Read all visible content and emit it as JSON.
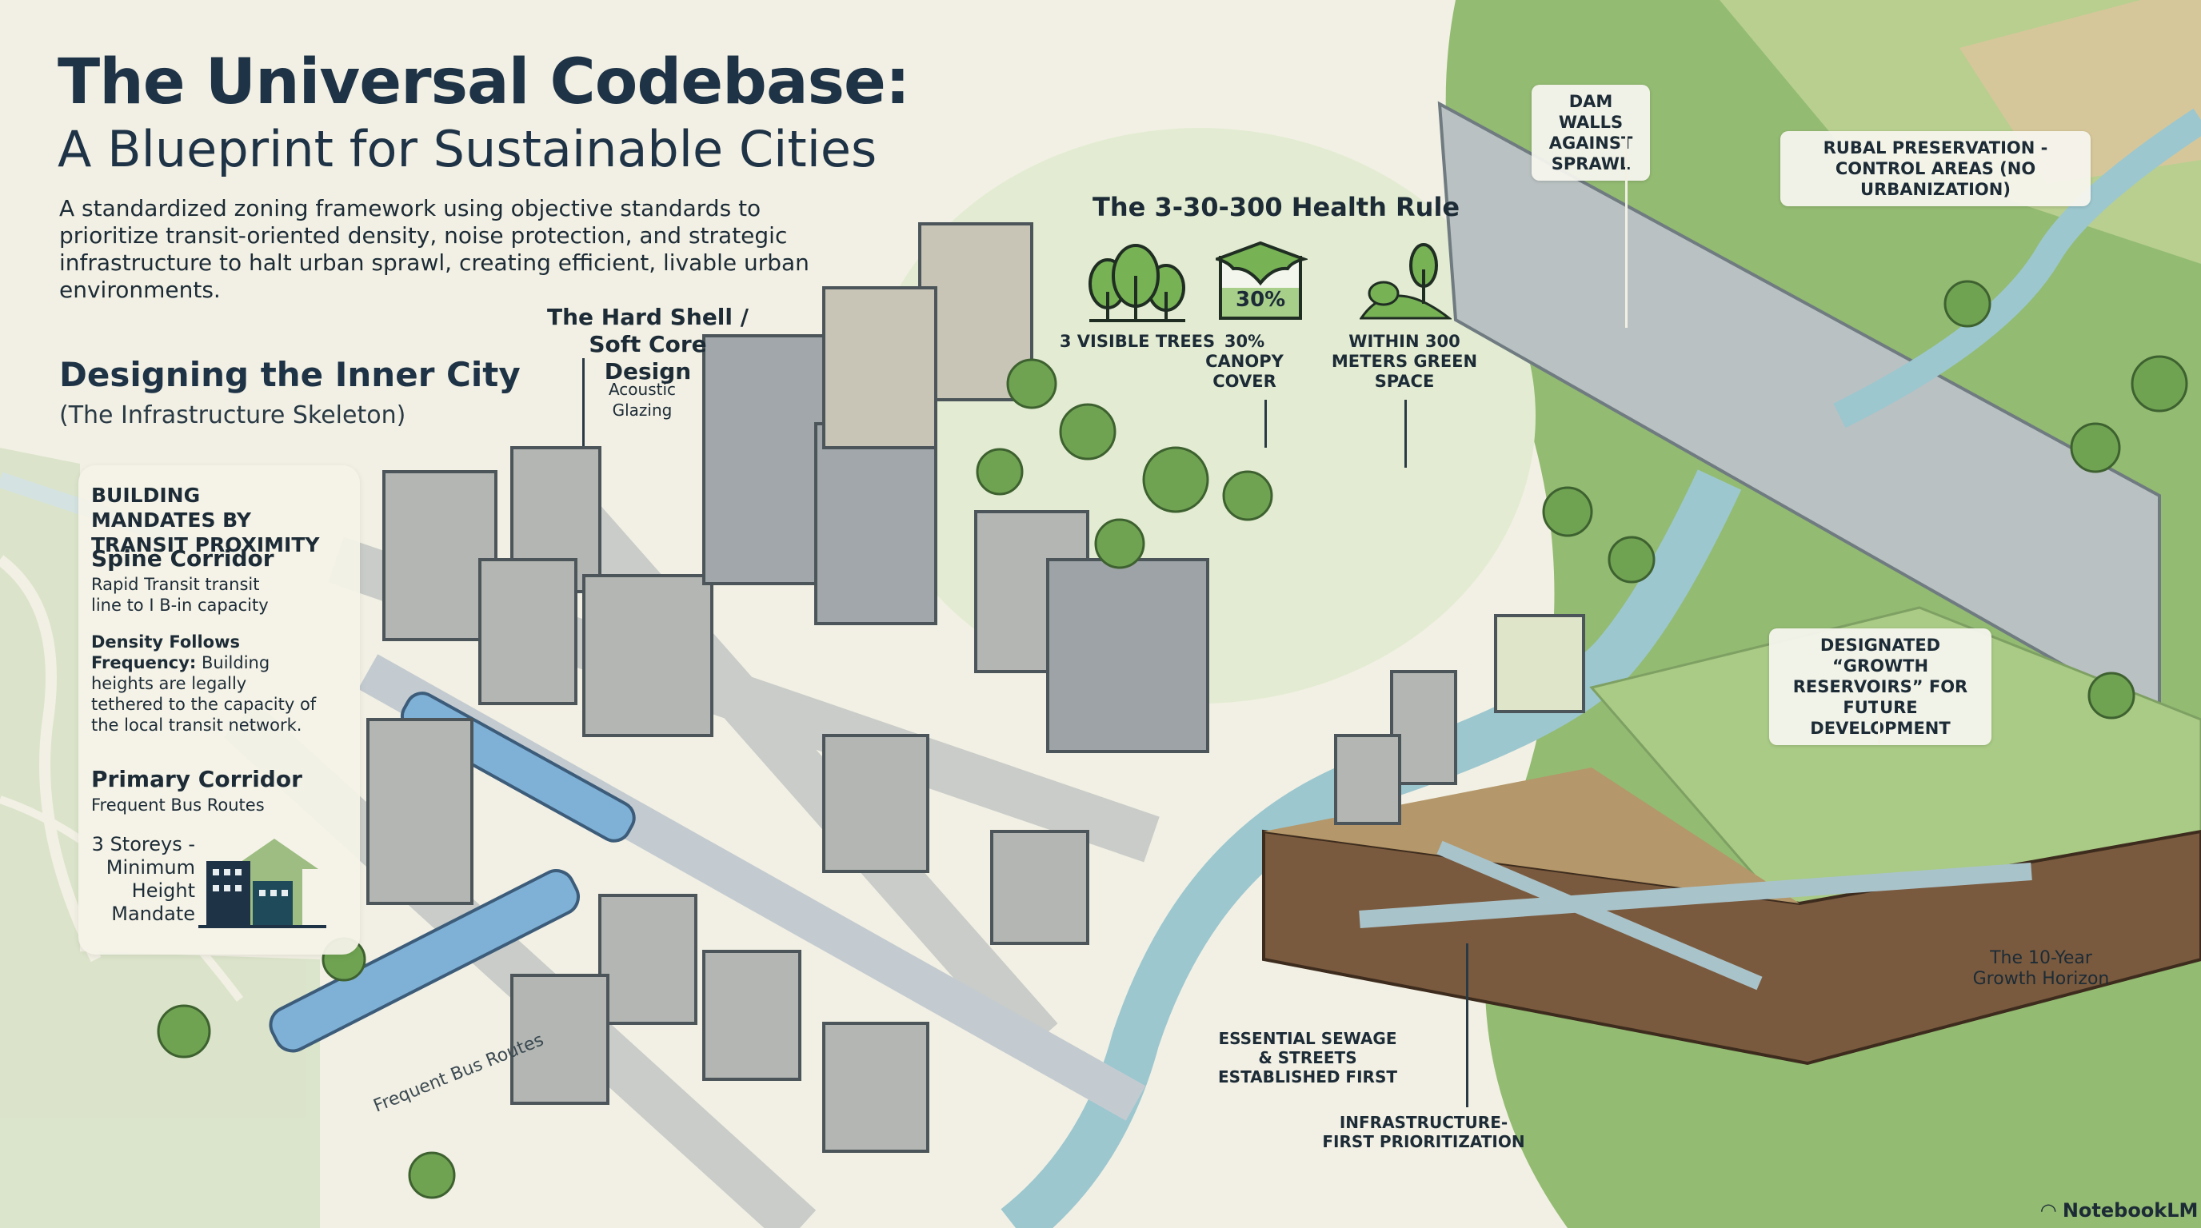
{
  "header": {
    "title_line1": "The Universal Codebase:",
    "title_line2": "A Blueprint for Sustainable Cities",
    "description": "A standardized zoning framework using objective standards to prioritize transit-oriented density, noise protection, and strategic infrastructure to halt urban sprawl, creating efficient, livable urban environments."
  },
  "inner_city": {
    "heading": "Designing the Inner City",
    "subheading": "(The Infrastructure Skeleton)"
  },
  "mandates": {
    "heading": "BUILDING MANDATES BY TRANSIT PROXIMITY",
    "spine_title": "Spine Corridor",
    "spine_text": "Rapid Transit transit line to I B-in capacity",
    "density_bold": "Density Follows Frequency:",
    "density_text": " Building heights are legally tethered to the capacity of the local transit network.",
    "primary_title": "Primary Corridor",
    "primary_text": "Frequent Bus Routes",
    "storeys_text": "3 Storeys - Minimum Height Mandate"
  },
  "callouts": {
    "hard_shell": "The Hard Shell / Soft Core Design",
    "acoustic": "Acoustic Glazing",
    "bus_road": "Frequent Bus Routes",
    "dam_walls": "DAM WALLS AGAINST SPRAWL",
    "rural": "RUBAL PRESERVATION - CONTROL AREAS (NO URBANIZATION)",
    "growth_reservoirs": "DESIGNATED “GROWTH RESERVOIRS” FOR FUTURE DEVELOPMENT",
    "horizon": "The 10-Year Growth Horizon",
    "sewage": "ESSENTIAL SEWAGE & STREETS ESTABLISHED FIRST",
    "infra_first": "INFRASTRUCTURE-FIRST PRIORITIZATION"
  },
  "health_rule": {
    "title": "The 3-30-300 Health Rule",
    "items": [
      {
        "icon": "trees-icon",
        "label": "3 VISIBLE TREES"
      },
      {
        "icon": "canopy-icon",
        "badge": "30%",
        "label": "30% CANOPY COVER"
      },
      {
        "icon": "park-icon",
        "label": "WITHIN 300 METERS GREEN SPACE"
      }
    ]
  },
  "branding": {
    "logo": "NotebookLM"
  },
  "colors": {
    "navy": "#1f3347",
    "cream": "#f2f0e4",
    "green": "#7fb069",
    "river": "#9cc7cf",
    "building": "#9aa3a8"
  }
}
